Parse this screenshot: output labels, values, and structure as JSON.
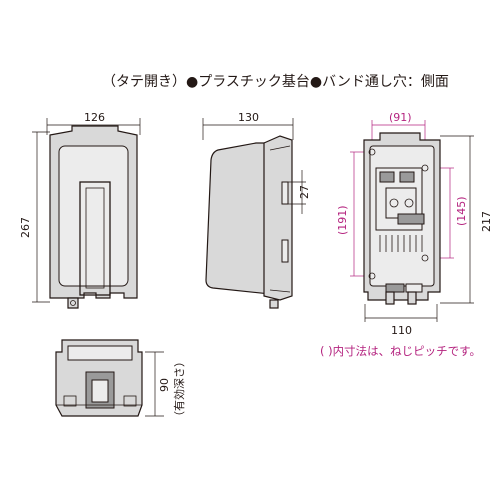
{
  "heading": "（タテ開き）●プラスチック基台●バンド通し穴：側面",
  "note": "( )内寸法は、ねじピッチです。",
  "dimensions": {
    "front_width": "126",
    "front_height": "267",
    "side_width": "130",
    "side_hole": "27",
    "inner_top": "(91)",
    "inner_left": "(191)",
    "inner_right": "(145)",
    "overall_height": "217",
    "base_width": "110",
    "depth": "90",
    "depth_note": "（有効深さ）"
  },
  "colors": {
    "line": "#231815",
    "pitch_dims": "#b4237f",
    "body_fill": "#d9d9d9"
  }
}
